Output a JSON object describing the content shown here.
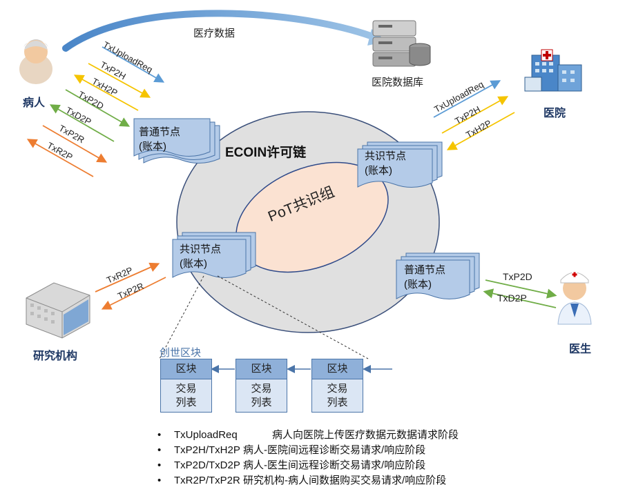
{
  "title": "ECOIN许可链",
  "consensus_group": "PoT共识组",
  "medical_data": "医疗数据",
  "actors": {
    "patient": "病人",
    "hospital_db": "医院数据库",
    "hospital": "医院",
    "research": "研究机构",
    "doctor": "医生"
  },
  "nodes": {
    "ordinary_tl": [
      "普通节点",
      "(账本)"
    ],
    "consensus_tr": [
      "共识节点",
      "(账本)"
    ],
    "consensus_ml": [
      "共识节点",
      "(账本)"
    ],
    "ordinary_br": [
      "普通节点",
      "(账本)"
    ]
  },
  "patient_tx": [
    "TxUploadReq",
    "TxP2H",
    "TxH2P",
    "TxP2D",
    "TxD2P",
    "TxP2R",
    "TxR2P"
  ],
  "hospital_tx": [
    "TxUploadReq",
    "TxP2H",
    "TxH2P"
  ],
  "research_tx": [
    "TxR2P",
    "TxP2R"
  ],
  "doctor_tx": [
    "TxP2D",
    "TxD2P"
  ],
  "genesis_label": "创世区块",
  "block": {
    "head": "区块",
    "body1": "交易",
    "body2": "列表"
  },
  "legend": [
    {
      "code": "TxUploadReq",
      "desc": "病人向医院上传医疗数据元数据请求阶段"
    },
    {
      "code": "TxP2H/TxH2P",
      "desc": "病人-医院间远程诊断交易请求/响应阶段"
    },
    {
      "code": "TxP2D/TxD2P",
      "desc": "病人-医生间远程诊断交易请求/响应阶段"
    },
    {
      "code": "TxR2P/TxP2R",
      "desc": "研究机构-病人间数据购买交易请求/响应阶段"
    }
  ],
  "colors": {
    "blue": "#5b9bd5",
    "yellow": "#f5c400",
    "green": "#70ad47",
    "orange": "#ed7d31",
    "node_fill": "#b4cbe8",
    "ellipse_outer": "#e0e0e0",
    "ellipse_inner": "#fbe2d2"
  }
}
